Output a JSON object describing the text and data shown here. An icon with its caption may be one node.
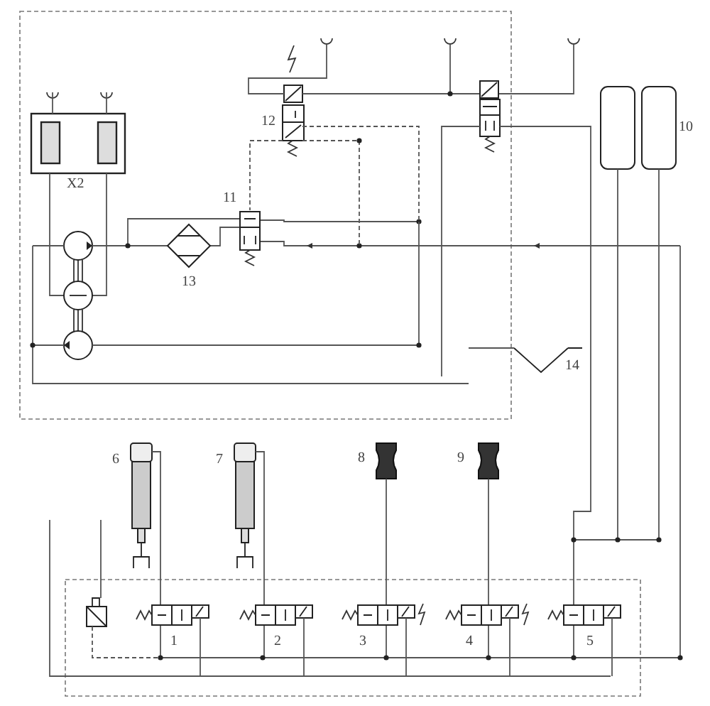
{
  "diagram": {
    "labels": [
      "12",
      "10",
      "X2",
      "11",
      "13",
      "14",
      "6",
      "7",
      "8",
      "9",
      "1",
      "2",
      "3",
      "4",
      "5"
    ]
  }
}
